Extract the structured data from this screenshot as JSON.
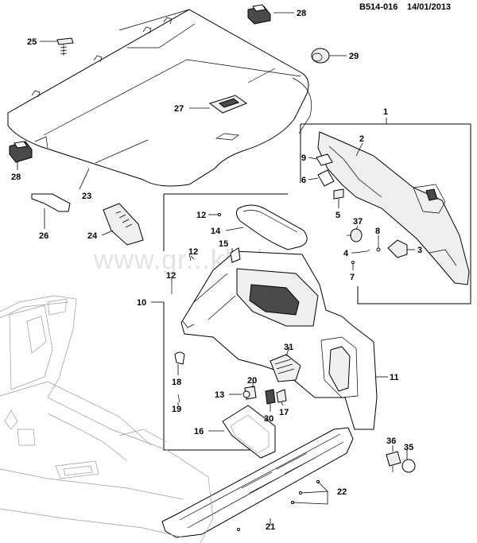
{
  "header": {
    "drawing_id": "B514-016",
    "date": "14/01/2013"
  },
  "watermark": "www.gr...klad.ru",
  "callouts": [
    "28",
    "25",
    "29",
    "27",
    "1",
    "2",
    "9",
    "6",
    "5",
    "37",
    "8",
    "4",
    "3",
    "7",
    "28",
    "23",
    "26",
    "24",
    "12",
    "14",
    "15",
    "12",
    "12",
    "10",
    "31",
    "11",
    "18",
    "20",
    "13",
    "30",
    "17",
    "19",
    "16",
    "36",
    "35",
    "22",
    "21"
  ]
}
